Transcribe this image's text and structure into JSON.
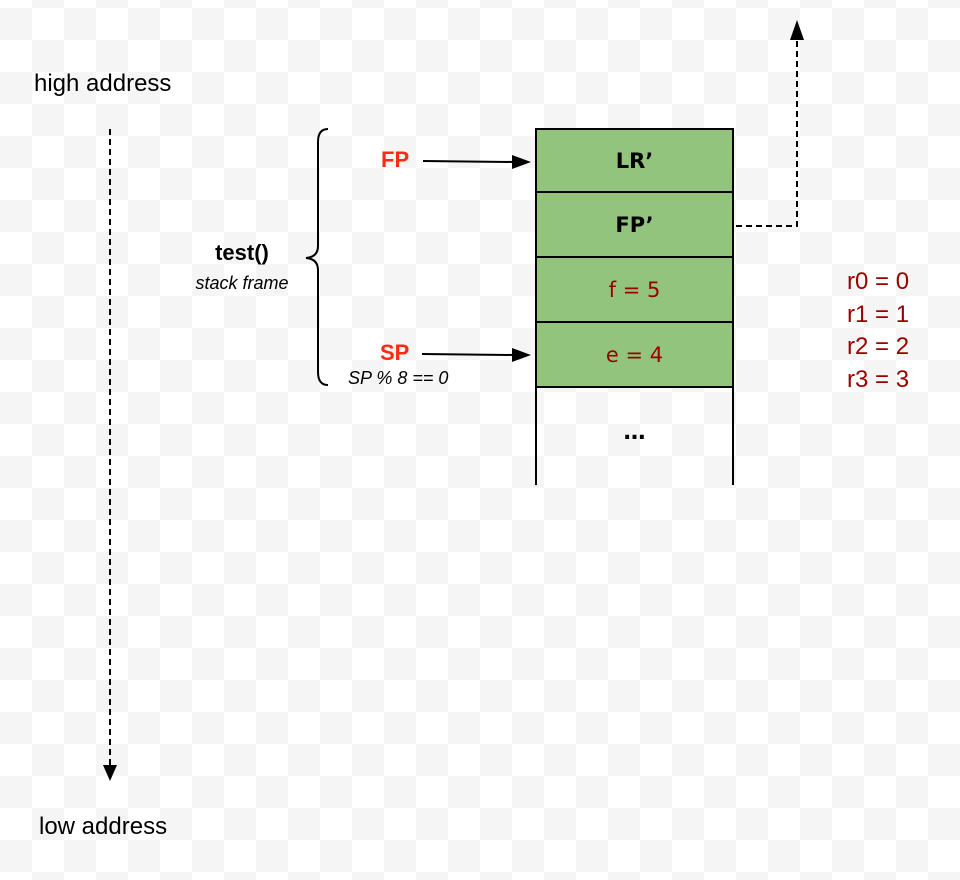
{
  "labels": {
    "high_address": "high address",
    "low_address": "low address"
  },
  "frame": {
    "function_name": "test()",
    "subtitle": "stack frame"
  },
  "pointers": {
    "fp": "FP",
    "sp": "SP",
    "sp_note": "SP % 8 == 0"
  },
  "stack": [
    {
      "text": "LR’",
      "kind": "saved"
    },
    {
      "text": "FP’",
      "kind": "saved"
    },
    {
      "text": "f = 5",
      "kind": "var"
    },
    {
      "text": "e = 4",
      "kind": "var"
    },
    {
      "text": "…",
      "kind": "empty"
    }
  ],
  "registers": [
    "r0 = 0",
    "r1 = 1",
    "r2 = 2",
    "r3 = 3"
  ],
  "colors": {
    "stack_fill": "#93c47d",
    "pointer_label": "#ff2a12",
    "value_text": "#990000"
  }
}
